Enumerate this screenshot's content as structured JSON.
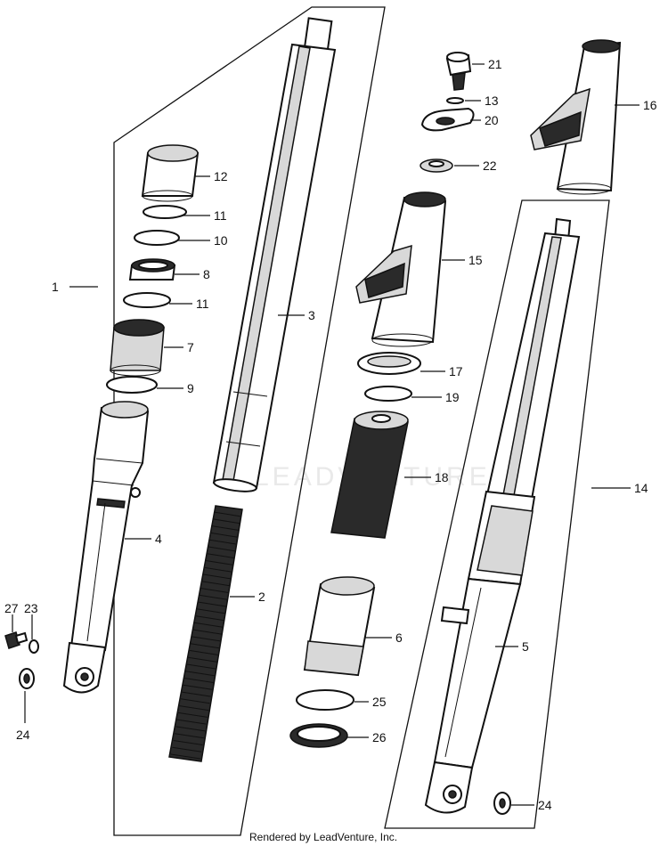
{
  "callouts": {
    "c1": "1",
    "c2": "2",
    "c3": "3",
    "c4": "4",
    "c5": "5",
    "c6": "6",
    "c7": "7",
    "c8": "8",
    "c9": "9",
    "c10": "10",
    "c11a": "11",
    "c11b": "11",
    "c12": "12",
    "c13": "13",
    "c14": "14",
    "c15": "15",
    "c16": "16",
    "c17": "17",
    "c18": "18",
    "c19": "19",
    "c20": "20",
    "c21": "21",
    "c22": "22",
    "c23": "23",
    "c24a": "24",
    "c24b": "24",
    "c25": "25",
    "c26": "26",
    "c27": "27"
  },
  "watermark": "LEADVENTURE",
  "credit": "Rendered by LeadVenture, Inc."
}
